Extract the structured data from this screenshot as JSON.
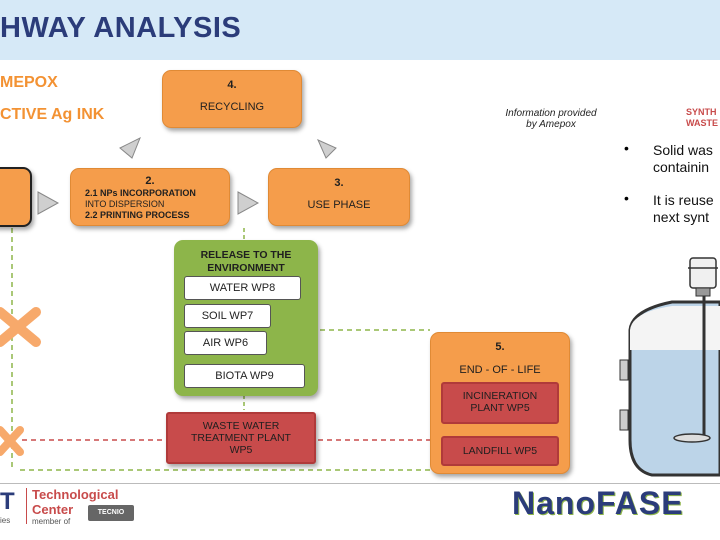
{
  "header": {
    "title": "HWAY ANALYSIS"
  },
  "left": {
    "label1": "MEPOX",
    "label2": "CTIVE Ag INK"
  },
  "boxes": {
    "recycling": {
      "num": "4.",
      "label": "RECYCLING"
    },
    "incorporation": {
      "num": "2.",
      "line1": "2.1 NPs INCORPORATION",
      "line2": "INTO DISPERSION",
      "line3": "2.2 PRINTING PROCESS"
    },
    "use": {
      "num": "3.",
      "label": "USE PHASE"
    },
    "release": {
      "line1": "RELEASE TO THE",
      "line2": "ENVIRONMENT"
    },
    "water": "WATER WP8",
    "soil": "SOIL WP7",
    "air": "AIR WP6",
    "biota": "BIOTA WP9",
    "wastewater": {
      "line1": "WASTE WATER",
      "line2": "TREATMENT PLANT",
      "line3": "WP5"
    },
    "eol": {
      "num": "5.",
      "label": "END - OF - LIFE"
    },
    "incineration": {
      "line1": "INCINERATION",
      "line2": "PLANT WP5"
    },
    "landfill": "LANDFILL WP5"
  },
  "info": {
    "line1": "Information provided",
    "line2": "by Amepox"
  },
  "right": {
    "synth_line1": "SYNTH",
    "synth_line2": "WASTE",
    "bullet1_line1": "Solid was",
    "bullet1_line2": "containin",
    "bullet2_line1": "It is reuse",
    "bullet2_line2": "next synt"
  },
  "footer": {
    "left_logo": "T",
    "left_sub": "ies",
    "tc_line1": "Technological",
    "tc_line2": "Center",
    "member_of": "member of",
    "tecnio": "TECNIO",
    "nanofase": "NanoFASE"
  },
  "colors": {
    "orange": "#f59d4b",
    "green": "#8db54a",
    "red": "#c84b4b",
    "navy": "#2b3c7a"
  }
}
